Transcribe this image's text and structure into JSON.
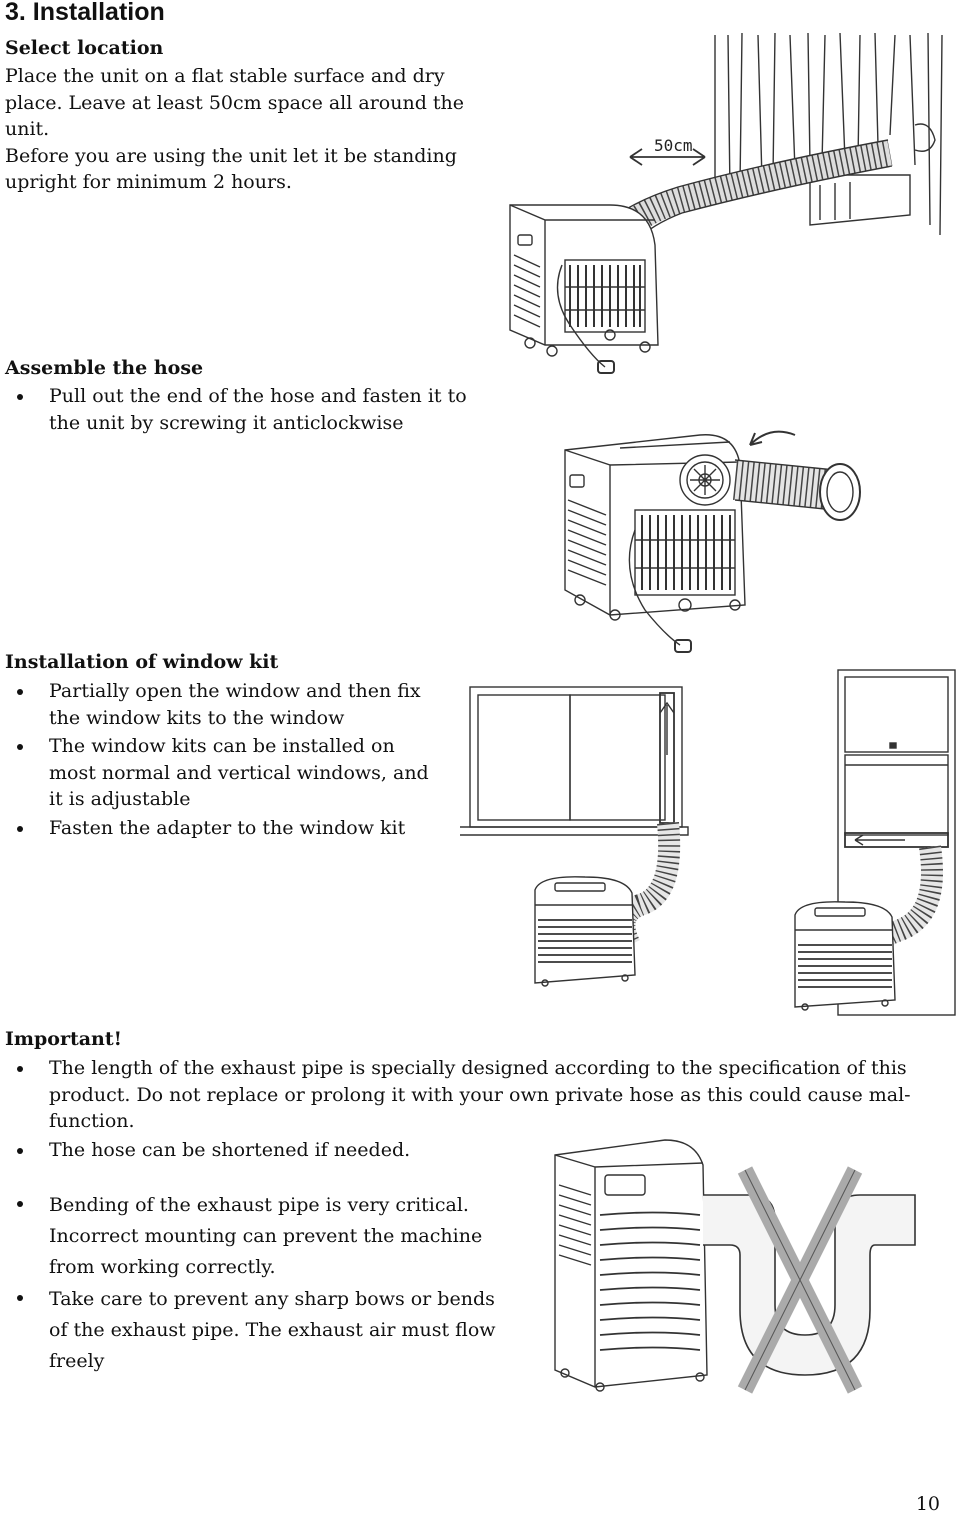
{
  "section": {
    "title": "3.   Installation"
  },
  "select_location": {
    "heading": "Select location",
    "lines": [
      "Place the unit on a flat stable surface and dry",
      "place. Leave at least 50cm space all around the",
      "unit.",
      "Before you are using the unit let it be standing",
      "upright for minimum 2 hours."
    ],
    "figure_label": "50cm"
  },
  "assemble_hose": {
    "heading": "Assemble the hose",
    "bullets": [
      [
        "Pull out the end of the hose and fasten it to",
        "the unit by screwing it anticlockwise"
      ]
    ]
  },
  "window_kit": {
    "heading": "Installation of window kit",
    "bullets": [
      [
        "Partially open the window and then fix",
        "the window kits to the window"
      ],
      [
        "The window kits can be installed on",
        "most normal and vertical windows, and",
        "it is adjustable"
      ],
      [
        "Fasten the adapter to the window kit"
      ]
    ]
  },
  "important": {
    "heading": "Important!",
    "bullets": [
      [
        "The length of the exhaust pipe is specially designed according to the specification of this",
        "product. Do not replace or prolong it with your own private hose as this could cause mal-",
        "function."
      ],
      [
        "The hose can be shortened if needed."
      ]
    ],
    "bullets2": [
      [
        "Bending of the exhaust pipe is very critical.",
        "Incorrect mounting can prevent the machine",
        "from working correctly."
      ],
      [
        "Take care to prevent any sharp bows or bends",
        "of the exhaust pipe. The exhaust air must flow",
        "freely"
      ]
    ]
  },
  "page_number": "10"
}
